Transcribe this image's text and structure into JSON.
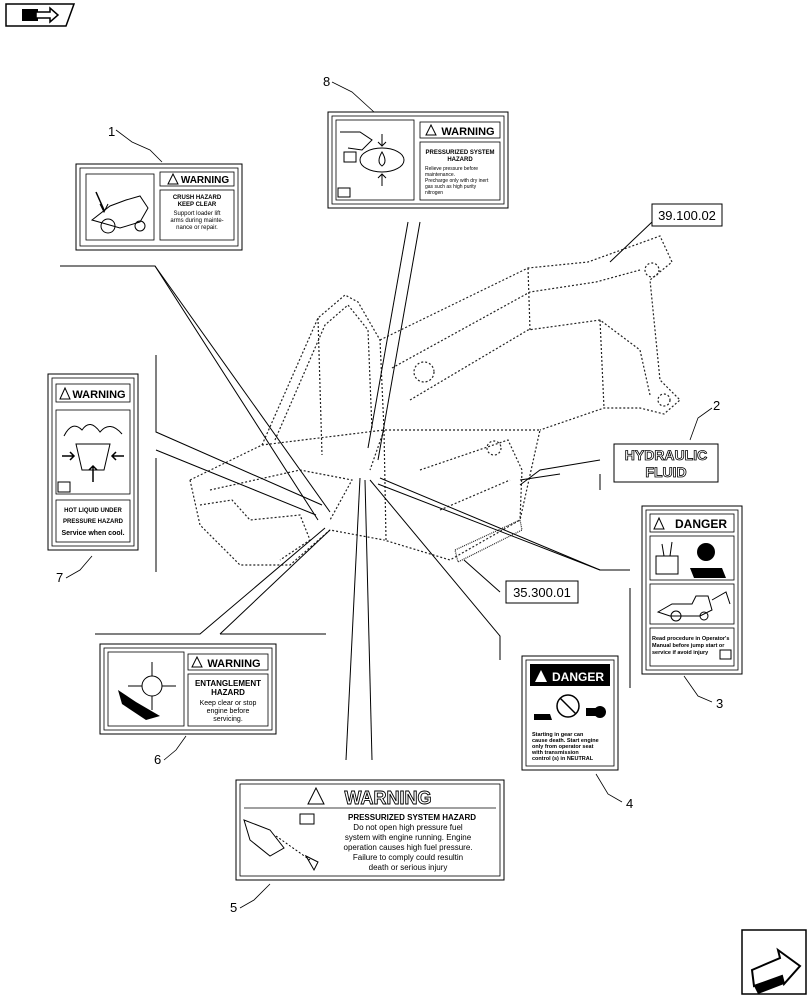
{
  "nav": {
    "prev_icon": "book-arrow-icon",
    "next_icon": "page-forward-arrow-icon"
  },
  "references": {
    "frame": "39.100.02",
    "tank": "35.300.01"
  },
  "callouts": [
    "1",
    "2",
    "3",
    "4",
    "5",
    "6",
    "7",
    "8"
  ],
  "decals": {
    "d1": {
      "header": "WARNING",
      "lines": [
        "CRUSH HAZARD",
        "KEEP CLEAR",
        "Support loader lift",
        "arms during mainte-",
        "nance or repair."
      ],
      "icon": "loader-crush-icon"
    },
    "d2": {
      "lines": [
        "HYDRAULIC",
        "FLUID"
      ]
    },
    "d3": {
      "header": "DANGER",
      "lines": [
        "Read procedure in Operator's",
        "Manual before jump start or",
        "service if avoid injury"
      ],
      "icons": [
        "battery-jump-icon",
        "backhoe-icon",
        "book-icon"
      ]
    },
    "d4": {
      "header": "DANGER",
      "lines": [
        "Starting in gear can",
        "cause death. Start engine",
        "only from operator seat",
        "with transmission",
        "control (s) in NEUTRAL"
      ],
      "icons": [
        "run-over-icon",
        "no-start-icon",
        "tractor-icon"
      ]
    },
    "d5": {
      "header": "WARNING",
      "lines": [
        "PRESSURIZED SYSTEM HAZARD",
        "Do not open high pressure fuel",
        "system with engine running. Engine",
        "operation causes high fuel pressure.",
        "Failure to comply could resultin",
        "death or serious injury"
      ],
      "icons": [
        "hand-spray-icon",
        "book-icon"
      ]
    },
    "d6": {
      "header": "WARNING",
      "lines": [
        "ENTANGLEMENT",
        "HAZARD",
        "Keep clear or stop",
        "engine before",
        "servicing."
      ],
      "icon": "fan-entanglement-icon"
    },
    "d7": {
      "header": "WARNING",
      "lines": [
        "HOT LIQUID UNDER",
        "PRESSURE HAZARD",
        "Service when cool."
      ],
      "icons": [
        "hot-liquid-icon",
        "book-icon"
      ]
    },
    "d8": {
      "header": "WARNING",
      "lines": [
        "PRESSURIZED SYSTEM",
        "HAZARD",
        "Relieve pressure before",
        "maintenance.",
        "Precharge only with dry inert",
        "gas such as high purity",
        "nitrogen"
      ],
      "icons": [
        "pressure-hand-icon",
        "book-icon"
      ]
    }
  }
}
